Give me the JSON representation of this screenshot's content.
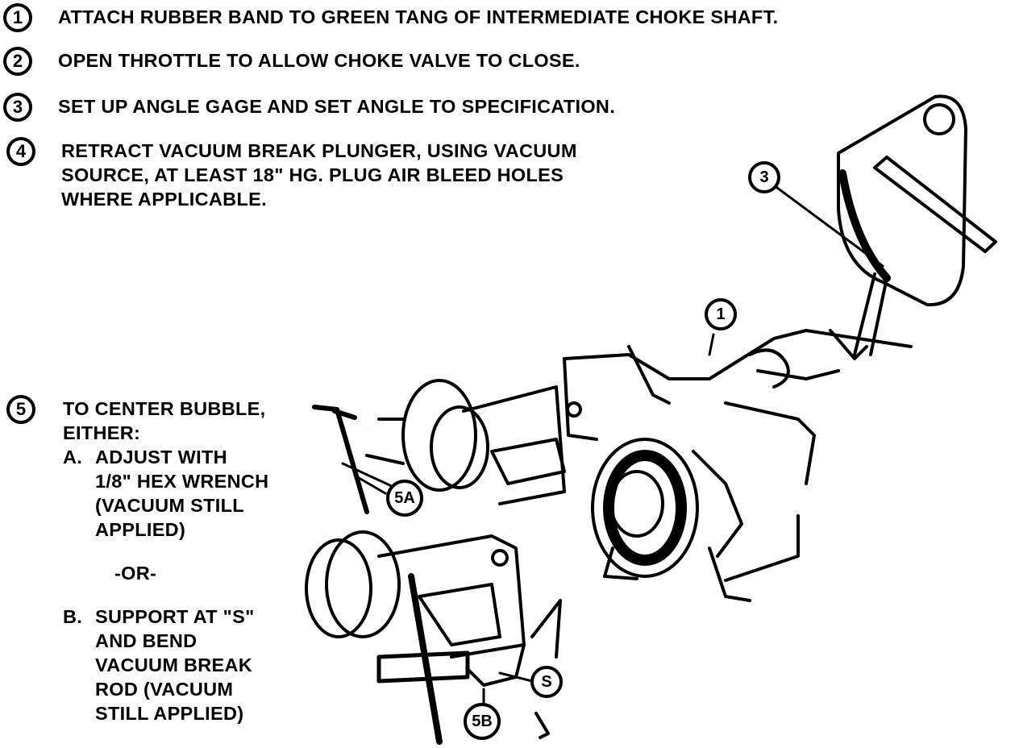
{
  "steps": [
    {
      "num": "1",
      "lines": [
        "ATTACH RUBBER BAND TO GREEN TANG OF INTERMEDIATE CHOKE SHAFT."
      ]
    },
    {
      "num": "2",
      "lines": [
        "OPEN THROTTLE TO ALLOW CHOKE VALVE TO CLOSE."
      ]
    },
    {
      "num": "3",
      "lines": [
        "SET UP ANGLE GAGE AND SET ANGLE TO SPECIFICATION."
      ]
    },
    {
      "num": "4",
      "lines": [
        "RETRACT VACUUM BREAK PLUNGER, USING VACUUM",
        "SOURCE, AT LEAST 18\" HG. PLUG AIR BLEED HOLES",
        "WHERE APPLICABLE."
      ]
    },
    {
      "num": "5",
      "lines": [
        "TO CENTER BUBBLE,",
        "EITHER:"
      ]
    }
  ],
  "option_a": {
    "letter": "A.",
    "lines": [
      "ADJUST WITH",
      "1/8\" HEX WRENCH",
      "(VACUUM STILL",
      "APPLIED)"
    ]
  },
  "or_text": "-OR-",
  "option_b": {
    "letter": "B.",
    "lines": [
      "SUPPORT AT \"S\"",
      "AND BEND",
      "VACUUM BREAK",
      "ROD (VACUUM",
      "STILL APPLIED)"
    ]
  },
  "callouts": {
    "c3": "3",
    "c1": "1",
    "c5a": "5A",
    "c5b": "5B",
    "cs": "S"
  }
}
